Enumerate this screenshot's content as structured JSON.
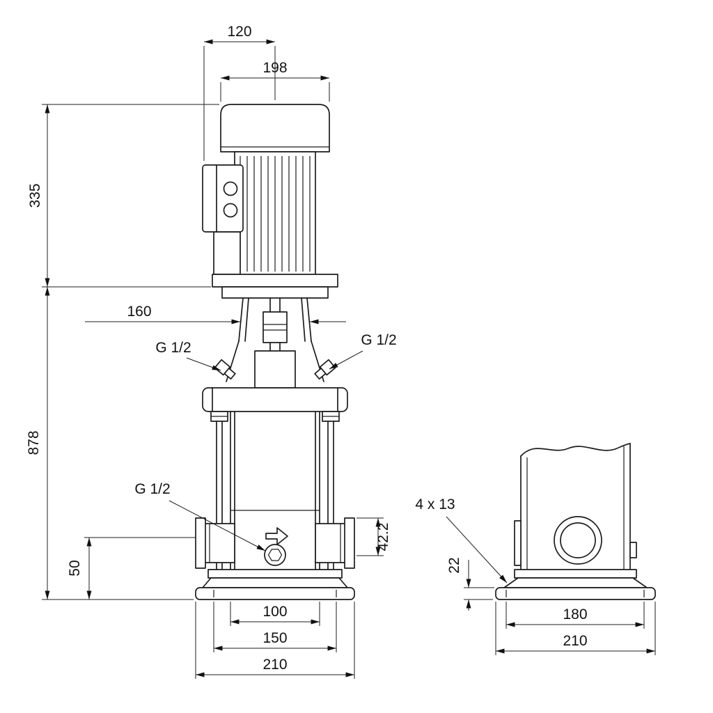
{
  "front_view": {
    "dim_motor_depth": "120",
    "dim_motor_width": "198",
    "dim_motor_height": "335",
    "dim_stool_width": "160",
    "dim_pump_height": "878",
    "label_vent_plug_left": "G 1/2",
    "label_vent_plug_right": "G 1/2",
    "label_drain_plug": "G 1/2",
    "dim_port_vertical": "42.2",
    "dim_port_to_base": "50",
    "dim_base_inner": "100",
    "dim_base_middle": "150",
    "dim_base_outer": "210"
  },
  "side_view": {
    "label_bolt_holes": "4 x 13",
    "dim_base_plate_height": "22",
    "dim_bolt_spacing": "180",
    "dim_base_width": "210"
  }
}
